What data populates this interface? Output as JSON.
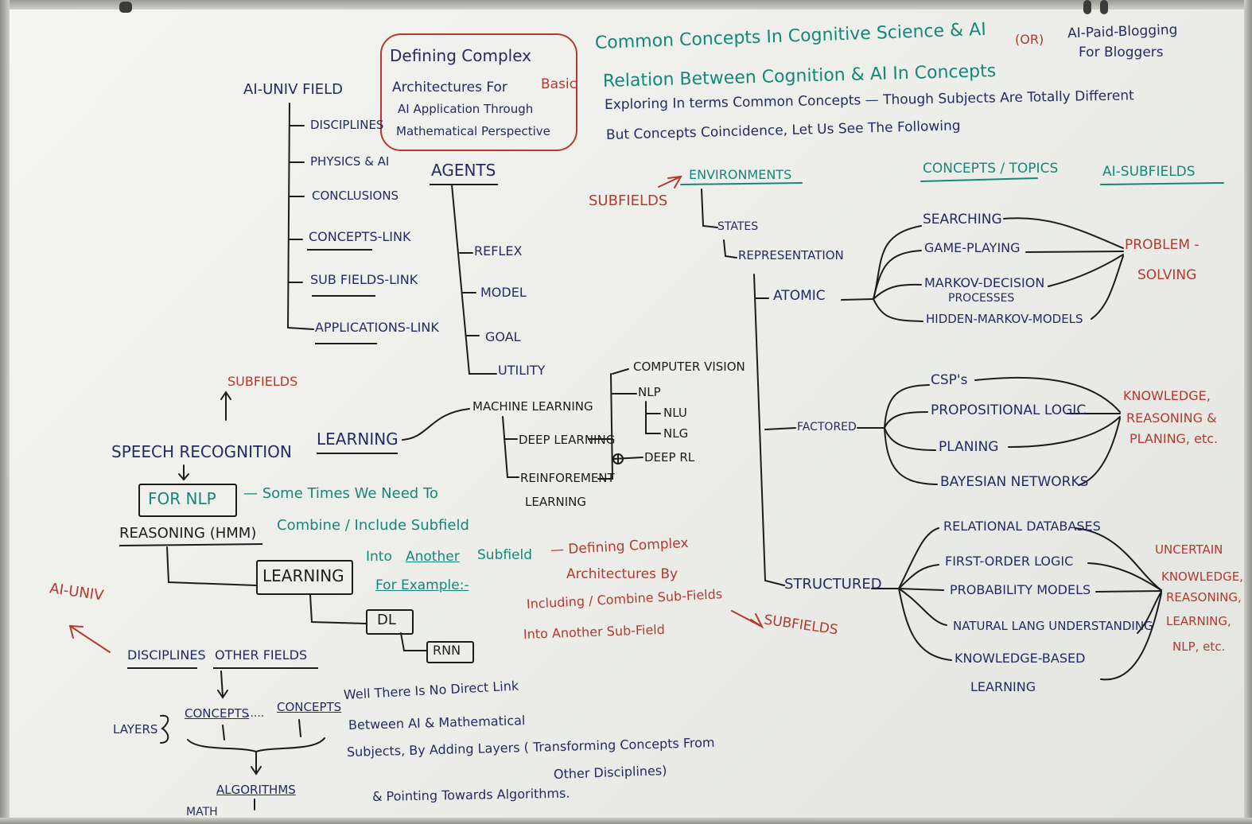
{
  "header": {
    "title": "Common Concepts In Cognitive Science & AI",
    "or": "(OR)",
    "blog": "AI-Paid-Blogging",
    "blog2": "For Bloggers",
    "relation": "Relation Between Cognition & AI In Concepts",
    "desc1": "Exploring In terms Common Concepts — Though Subjects Are Totally Different",
    "desc2": "But Concepts Coincidence, Let Us See The Following"
  },
  "defining_box": {
    "line1": "Defining Complex",
    "line2a": "Architectures For",
    "line2b": "Basic",
    "line3": "AI Application Through",
    "line4": "Mathematical Perspective"
  },
  "ai_univ": {
    "title": "AI-UNIV FIELD",
    "items": [
      "DISCIPLINES",
      "PHYSICS & AI",
      "CONCLUSIONS",
      "CONCEPTS-LINK",
      "SUB FIELDS-LINK",
      "APPLICATIONS-LINK"
    ]
  },
  "agents": {
    "title": "AGENTS",
    "items": [
      "REFLEX",
      "MODEL",
      "GOAL",
      "UTILITY"
    ]
  },
  "environments": {
    "title": "ENVIRONMENTS",
    "subfields": "SUBFIELDS",
    "states": "STATES",
    "representation": "REPRESENTATION",
    "atomic": "ATOMIC",
    "factored": "FACTORED",
    "structured": "STRUCTURED"
  },
  "columns": {
    "concepts": "CONCEPTS / TOPICS",
    "subfields": "AI-SUBFIELDS"
  },
  "atomic_items": [
    "SEARCHING",
    "GAME-PLAYING",
    "MARKOV-DECISION",
    "PROCESSES",
    "HIDDEN-MARKOV-MODELS"
  ],
  "factored_items": [
    "CSP's",
    "PROPOSITIONAL LOGIC",
    "PLANING",
    "BAYESIAN NETWORKS"
  ],
  "structured_items": [
    "RELATIONAL DATABASES",
    "FIRST-ORDER LOGIC",
    "PROBABILITY MODELS",
    "NATURAL LANG UNDERSTANDING",
    "KNOWLEDGE-BASED",
    "LEARNING"
  ],
  "subfield_labels": {
    "problem": "PROBLEM -",
    "solving": "SOLVING",
    "k1": "KNOWLEDGE,",
    "k2": "REASONING &",
    "k3": "PLANING, etc.",
    "u1": "UNCERTAIN",
    "u2": "KNOWLEDGE,",
    "u3": "REASONING,",
    "u4": "LEARNING,",
    "u5": "NLP, etc."
  },
  "learning": {
    "title": "LEARNING",
    "ml": "MACHINE LEARNING",
    "cv": "COMPUTER VISION",
    "nlp": "NLP",
    "nlu": "NLU",
    "nlg": "NLG",
    "dl": "DEEP LEARNING",
    "rl1": "REINFOREMENT",
    "rl2": "LEARNING",
    "deeprl": "DEEP RL"
  },
  "lower_left": {
    "subfields": "SUBFIELDS",
    "speech": "SPEECH RECOGNITION",
    "fornlp": "FOR NLP",
    "reasoning": "REASONING (HMM)",
    "learning": "LEARNING",
    "dl": "DL",
    "rnn": "RNN",
    "aiuniv": "AI-UNIV",
    "disciplines": "DISCIPLINES",
    "otherfields": "OTHER FIELDS",
    "layers": "LAYERS",
    "concepts1": "CONCEPTS",
    "dots": ".....",
    "concepts2": "CONCEPTS",
    "algorithms": "ALGORITHMS",
    "math": "MATH"
  },
  "notes": {
    "g1": "— Some Times We Need To",
    "g2": "Combine / Include Subfield",
    "g3a": "Into",
    "g3b": "Another",
    "g3c": "Subfield",
    "g4": "For Example:-",
    "r1": "— Defining Complex",
    "r2": "Architectures By",
    "r3": "Including / Combine Sub-Fields",
    "r4": "Into Another Sub-Field",
    "r5": "SUBFIELDS",
    "b1": "Well There Is No Direct Link",
    "b2": "Between AI & Mathematical",
    "b3": "Subjects, By Adding Layers ( Transforming Concepts From",
    "b4": "Other Disciplines)",
    "b5": "& Pointing Towards Algorithms."
  },
  "colors": {
    "board": "#f0f0ed",
    "blue_marker": "#232b63",
    "green_marker": "#15877a",
    "red_marker": "#b23a2e",
    "black_marker": "#1c1c1c"
  }
}
